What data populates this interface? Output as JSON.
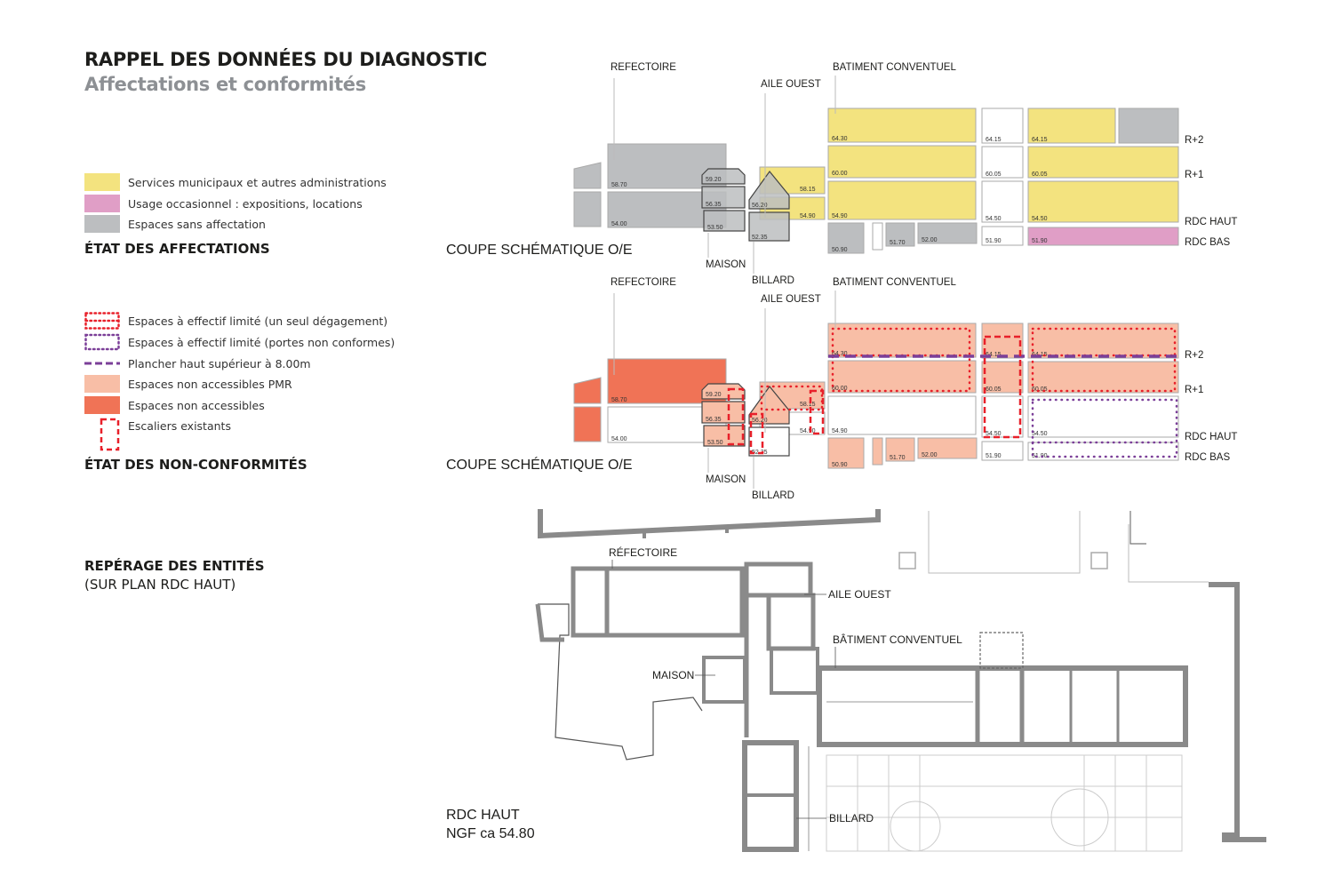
{
  "header": {
    "title": "RAPPEL DES DONNÉES DU DIAGNOSTIC",
    "subtitle": "Affectations et conformités"
  },
  "colors": {
    "services": "#f3e37f",
    "occasionnel": "#e09ec6",
    "sans_affectation": "#bcbec0",
    "non_accessible_pmr": "#f8bea6",
    "non_accessible": "#f07356",
    "effectif_limite_red": "#e8202a",
    "purple": "#7b3f98"
  },
  "legend_affectations": {
    "items": [
      {
        "label": "Services municipaux et autres administrations"
      },
      {
        "label": "Usage occasionnel : expositions, locations"
      },
      {
        "label": "Espaces sans affectation"
      }
    ],
    "heading": "ÉTAT DES AFFECTATIONS"
  },
  "legend_conformites": {
    "items": [
      {
        "label": "Espaces à effectif limité (un seul dégagement)"
      },
      {
        "label": "Espaces à effectif limité (portes non conformes)"
      },
      {
        "label": "Plancher haut supérieur à 8.00m"
      },
      {
        "label": "Espaces non accessibles PMR"
      },
      {
        "label": "Espaces non accessibles"
      },
      {
        "label": "Escaliers existants"
      }
    ],
    "heading": "ÉTAT DES NON-CONFORMITÉS"
  },
  "reperage": {
    "heading": "REPÉRAGE DES ENTITÉS",
    "subheading": "(SUR PLAN RDC HAUT)"
  },
  "sections": [
    {
      "title": "COUPE SCHÉMATIQUE O/E",
      "labels": {
        "refectoire": "REFECTOIRE",
        "aile_ouest": "AILE OUEST",
        "batiment": "BATIMENT CONVENTUEL",
        "maison": "MAISON",
        "billard": "BILLARD"
      },
      "levels": [
        "R+2",
        "R+1",
        "RDC HAUT",
        "RDC BAS"
      ],
      "elevations": [
        "58.70",
        "54.00",
        "59.20",
        "56.35",
        "53.50",
        "58.15",
        "54.90",
        "56.20",
        "52.35",
        "64.30",
        "60.00",
        "54.90",
        "50.90",
        "51.70",
        "52.00",
        "64.15",
        "60.05",
        "54.50",
        "51.90",
        "64.15",
        "60.05",
        "54.50",
        "51.90"
      ]
    },
    {
      "title": "COUPE SCHÉMATIQUE O/E",
      "labels": {
        "refectoire": "REFECTOIRE",
        "aile_ouest": "AILE OUEST",
        "batiment": "BATIMENT CONVENTUEL",
        "maison": "MAISON",
        "billard": "BILLARD"
      },
      "levels": [
        "R+2",
        "R+1",
        "RDC HAUT",
        "RDC BAS"
      ],
      "elevations": [
        "58.70",
        "54.00",
        "59.20",
        "56.35",
        "53.50",
        "58.15",
        "54.90",
        "56.20",
        "52.35",
        "64.30",
        "60.00",
        "54.90",
        "50.90",
        "51.70",
        "52.00",
        "64.15",
        "60.05",
        "54.50",
        "51.90",
        "64.15",
        "60.05",
        "54.50",
        "51.90"
      ]
    }
  ],
  "plan": {
    "refectoire": "RÉFECTOIRE",
    "aile_ouest": "AILE OUEST",
    "batiment": "BÂTIMENT CONVENTUEL",
    "maison": "MAISON",
    "billard": "BILLARD",
    "level": "RDC HAUT",
    "ngf": "NGF ca 54.80"
  }
}
